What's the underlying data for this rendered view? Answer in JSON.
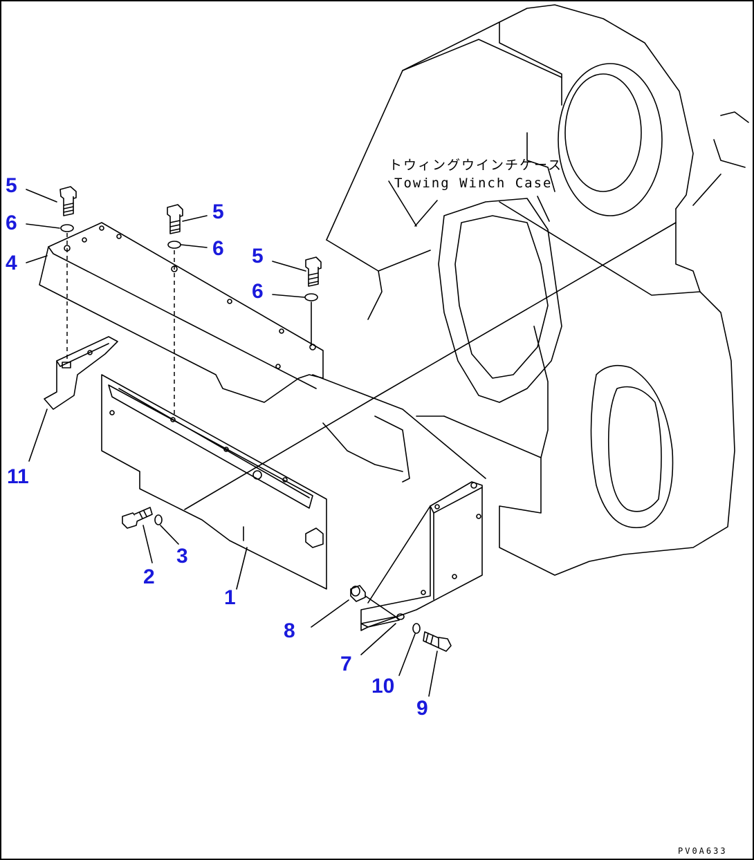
{
  "diagram": {
    "case_label_jp": "トウィングウインチケース",
    "case_label_en": "Towing Winch Case",
    "drawing_code": "PV0A633"
  },
  "callouts": {
    "c5a": "5",
    "c6a": "6",
    "c4": "4",
    "c5b": "5",
    "c6b": "6",
    "c5c": "5",
    "c6c": "6",
    "c11": "11",
    "c2": "2",
    "c3": "3",
    "c1": "1",
    "c8": "8",
    "c7": "7",
    "c10": "10",
    "c9": "9"
  }
}
